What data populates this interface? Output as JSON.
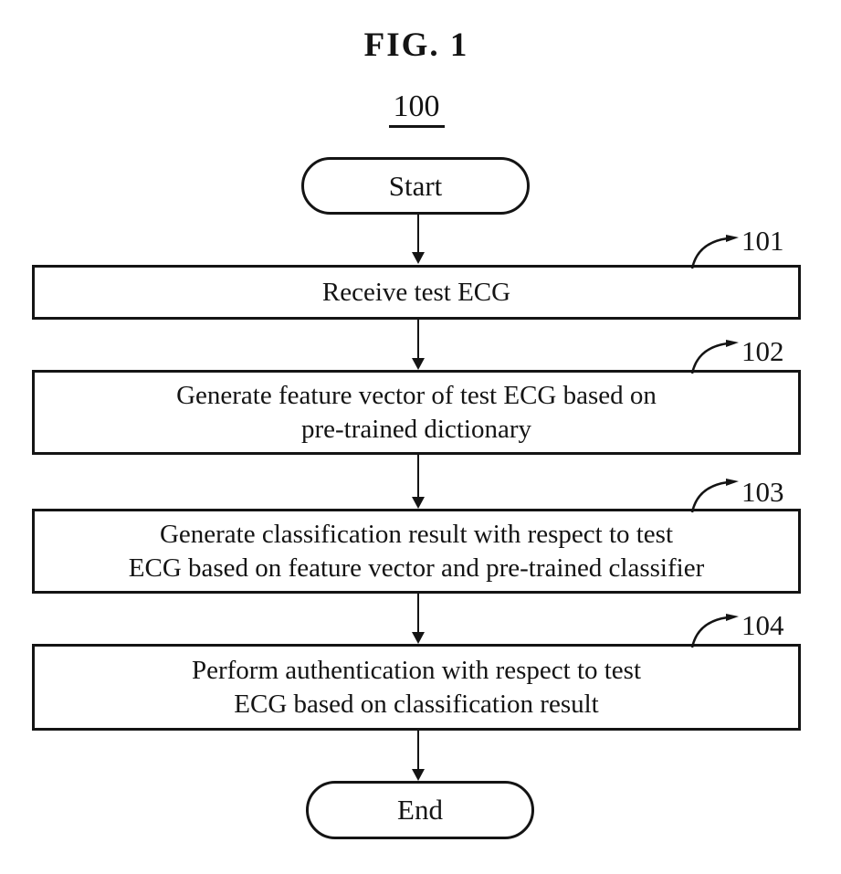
{
  "figure": {
    "title": "FIG. 1",
    "reference_number": "100",
    "ink_color": "#141414",
    "background_color": "#ffffff"
  },
  "flowchart": {
    "start_label": "Start",
    "end_label": "End",
    "steps": [
      {
        "id": "101",
        "text": "Receive test ECG",
        "lines": [
          "Receive test ECG",
          ""
        ]
      },
      {
        "id": "102",
        "text": "Generate feature vector of test ECG based on pre-trained dictionary",
        "lines": [
          "Generate feature vector of test ECG based on",
          "pre-trained dictionary"
        ]
      },
      {
        "id": "103",
        "text": "Generate classification result with respect to test ECG based on feature vector and pre-trained classifier",
        "lines": [
          "Generate classification result with respect to test",
          "ECG based on feature vector and pre-trained classifier"
        ]
      },
      {
        "id": "104",
        "text": "Perform authentication with respect to test ECG based on classification result",
        "lines": [
          "Perform authentication with respect to test",
          "ECG based on classification result"
        ]
      }
    ]
  }
}
